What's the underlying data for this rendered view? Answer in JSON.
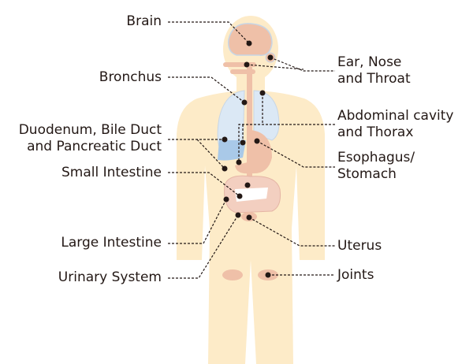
{
  "labels": {
    "brain": "Brain",
    "ent1": "Ear, Nose",
    "ent2": "and Throat",
    "bronchus": "Bronchus",
    "abd1": "Abdominal cavity",
    "abd2": "and Thorax",
    "duo1": "Duodenum, Bile Duct",
    "duo2": "and Pancreatic Duct",
    "eso1": "Esophagus/",
    "eso2": "Stomach",
    "small": "Small Intestine",
    "large": "Large Intestine",
    "uterus": "Uterus",
    "urinary": "Urinary System",
    "joints": "Joints"
  },
  "colors": {
    "body": "#fdebc8",
    "organ": "#efc0a8",
    "lung": "#dbe8f5",
    "liver": "#a9c9e8",
    "dot": "#231815"
  }
}
